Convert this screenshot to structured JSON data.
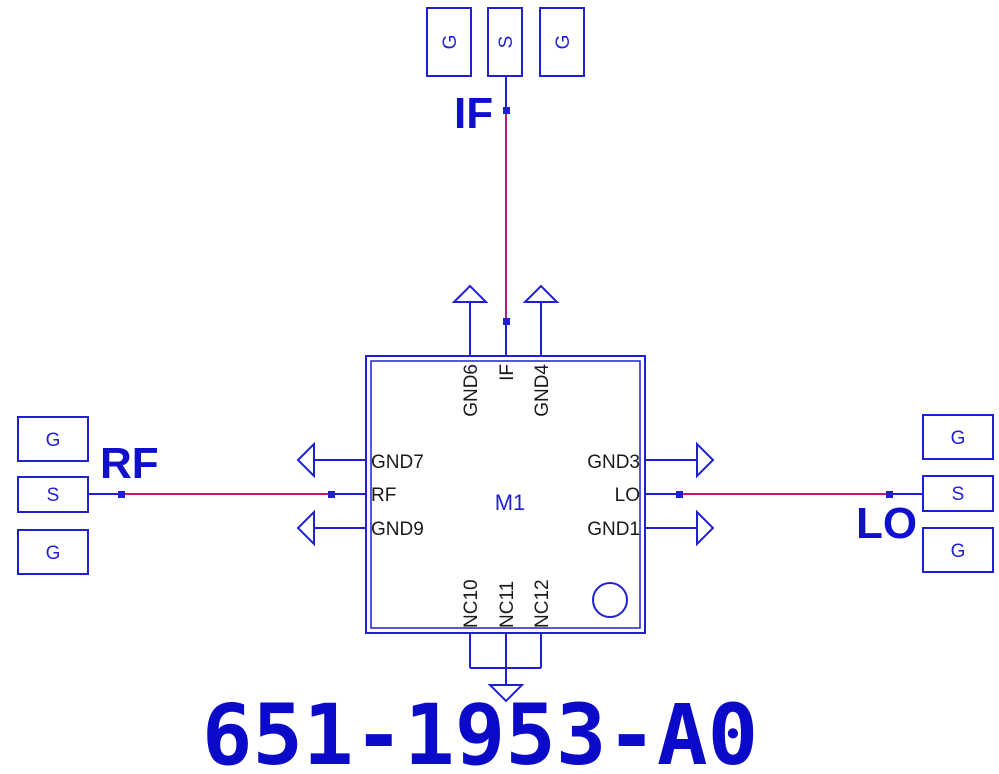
{
  "part_number": "651-1953-A0",
  "component": {
    "ref": "M1"
  },
  "ports": {
    "if": "IF",
    "rf": "RF",
    "lo": "LO"
  },
  "pins": {
    "gnd6": "GND6",
    "if": "IF",
    "gnd4": "GND4",
    "gnd7": "GND7",
    "rf": "RF",
    "gnd9": "GND9",
    "gnd3": "GND3",
    "lo": "LO",
    "gnd1": "GND1",
    "nc10": "NC10",
    "nc11": "NC11",
    "nc12": "NC12"
  },
  "pads": {
    "ground": "G",
    "signal": "S"
  },
  "colors": {
    "outline": "#1f1fd6",
    "wire": "#c0187a",
    "label": "#1010cc"
  }
}
